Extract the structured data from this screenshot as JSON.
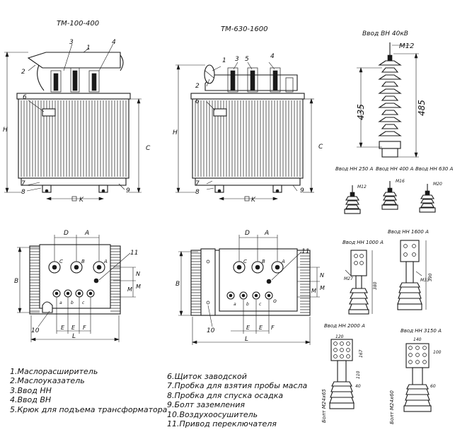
{
  "titles": {
    "tm100": "TM-100-400",
    "tm630": "TM-630-1600",
    "vvod_vn": "Ввод ВН 40кВ"
  },
  "callouts": [
    "1",
    "2",
    "3",
    "4",
    "5",
    "6",
    "7",
    "8",
    "9",
    "10",
    "11"
  ],
  "dims": {
    "H": "H",
    "C": "C",
    "K": "K",
    "B": "B",
    "L": "L",
    "D": "D",
    "A": "A",
    "M": "M",
    "N": "N",
    "E": "E",
    "F": "F",
    "m12": "M12",
    "d435": "435",
    "d485": "485"
  },
  "phase_marks": [
    "a",
    "b",
    "c",
    "o"
  ],
  "hv_marks": [
    "C",
    "B",
    "A"
  ],
  "inputs": {
    "nn250": "Ввод НН 250 А",
    "nn400": "Ввод НН 400 А",
    "nn630": "Ввод НН 630 А",
    "nn1000": "Ввод НН 1000 А",
    "nn1600": "Ввод НН 1600 А",
    "nn2000": "Ввод НН 2000 А",
    "nn3150": "Ввод НН 3150 А",
    "m12": "M12",
    "m16": "M16",
    "m20": "M20",
    "m27": "M27",
    "m33": "M33",
    "bolt2000": "Болт М24x65",
    "bolt3150": "Болт М24x60",
    "num_120": "120",
    "num_110": "110",
    "num_167": "167",
    "num_380": "380",
    "num_390": "390",
    "num_40": "40",
    "num_60": "60",
    "num_100": "100",
    "num_140": "140"
  },
  "legend_left": [
    "1.Маслорасширитель",
    "2.Маслоуказатель",
    "3.Ввод НН",
    "4.Ввод ВН",
    "5.Крюк для подъема трансформатора"
  ],
  "legend_right": [
    "6.Щиток заводской",
    "7.Пробка для взятия пробы масла",
    "8.Пробка для спуска осадка",
    "9.Болт заземления",
    "10.Воздухоосушитель",
    "11.Привод переключателя"
  ]
}
